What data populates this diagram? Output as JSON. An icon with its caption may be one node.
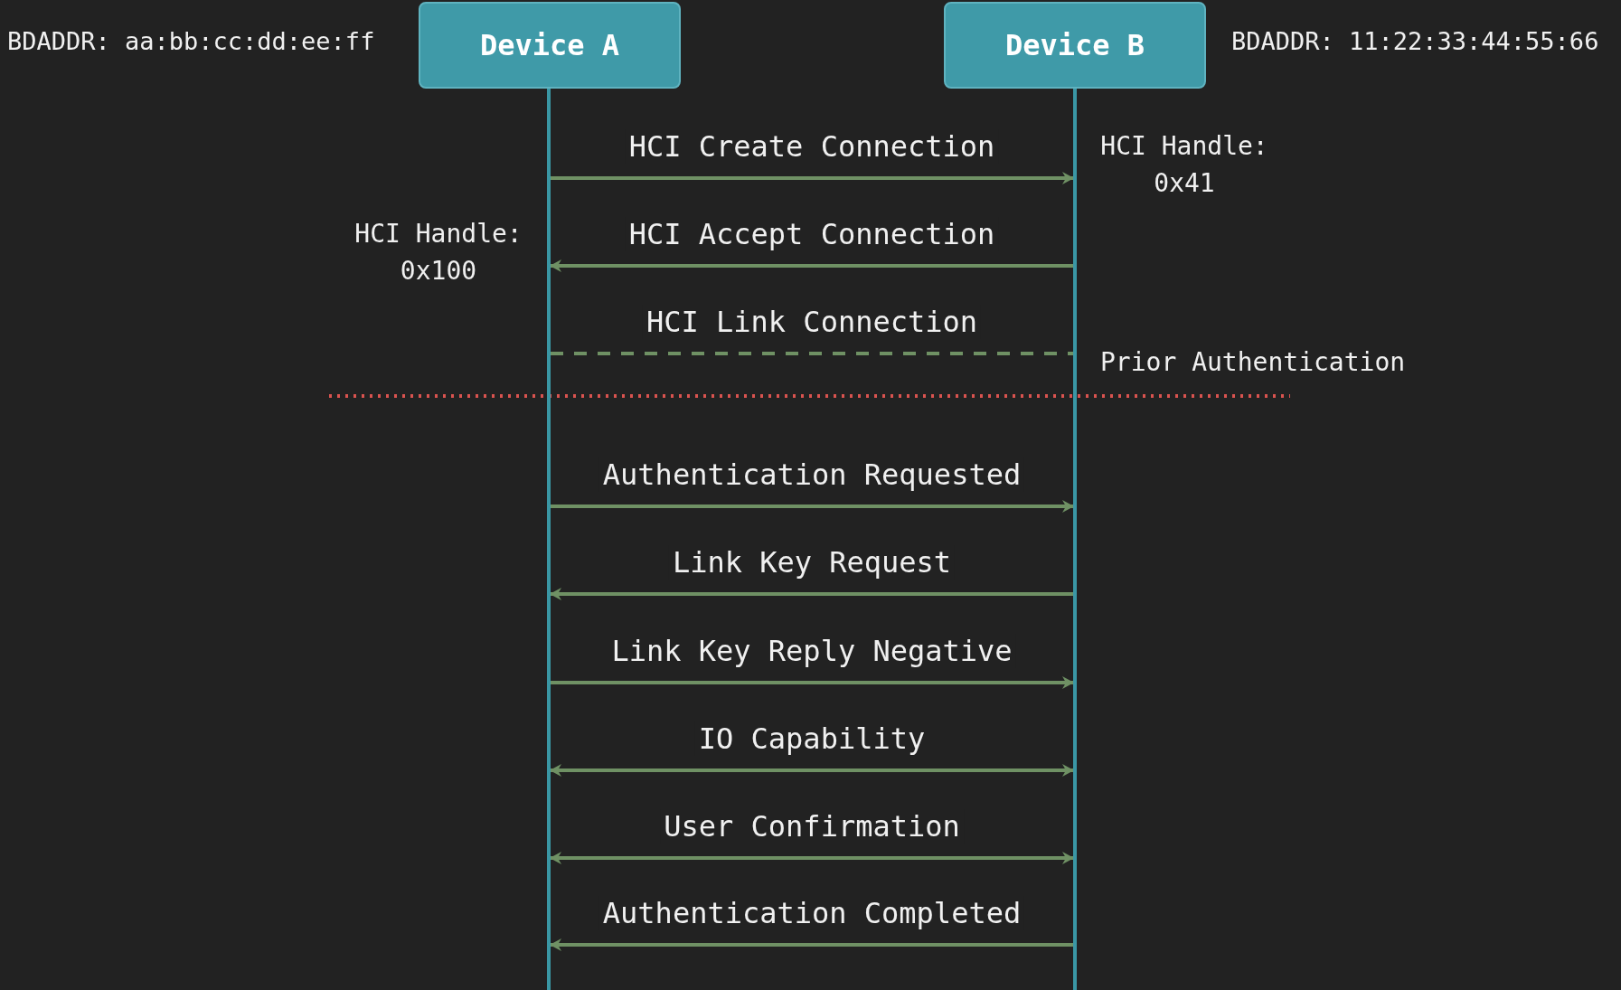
{
  "diagram": {
    "nodes": [
      {
        "text": [
          "Device A"
        ],
        "beside": [
          "BDADDR: aa:bb:cc:dd:ee:ff"
        ]
      },
      {
        "text": [
          "Device B"
        ],
        "beside": [
          "BDADDR: 11:22:33:44:55:66"
        ]
      }
    ],
    "edges": [
      {
        "from": 0,
        "to": 1,
        "arrow": "to",
        "label": "HCI Create Connection"
      },
      {
        "from": 1,
        "to": 0,
        "arrow": "to",
        "label": "HCI Accept Connection"
      },
      {
        "from": 0,
        "to": 1,
        "arrow": "none",
        "label": "HCI Link Connection",
        "style": "dashed"
      },
      {
        "from": 0,
        "to": 1,
        "arrow": "to",
        "label": "Authentication Requested"
      },
      {
        "from": 1,
        "to": 0,
        "arrow": "to",
        "label": "Link Key Request"
      },
      {
        "from": 0,
        "to": 1,
        "arrow": "to",
        "label": "Link Key Reply Negative"
      },
      {
        "from": 0,
        "to": 1,
        "arrow": "both",
        "label": "IO Capability"
      },
      {
        "from": 0,
        "to": 1,
        "arrow": "both",
        "label": "User Confirmation"
      },
      {
        "from": 1,
        "to": 0,
        "arrow": "to",
        "label": "Authentication Completed"
      }
    ],
    "labels": [
      "HCI Handle: 0x41",
      "HCI Handle: 0x100",
      "Prior Authentication"
    ]
  }
}
